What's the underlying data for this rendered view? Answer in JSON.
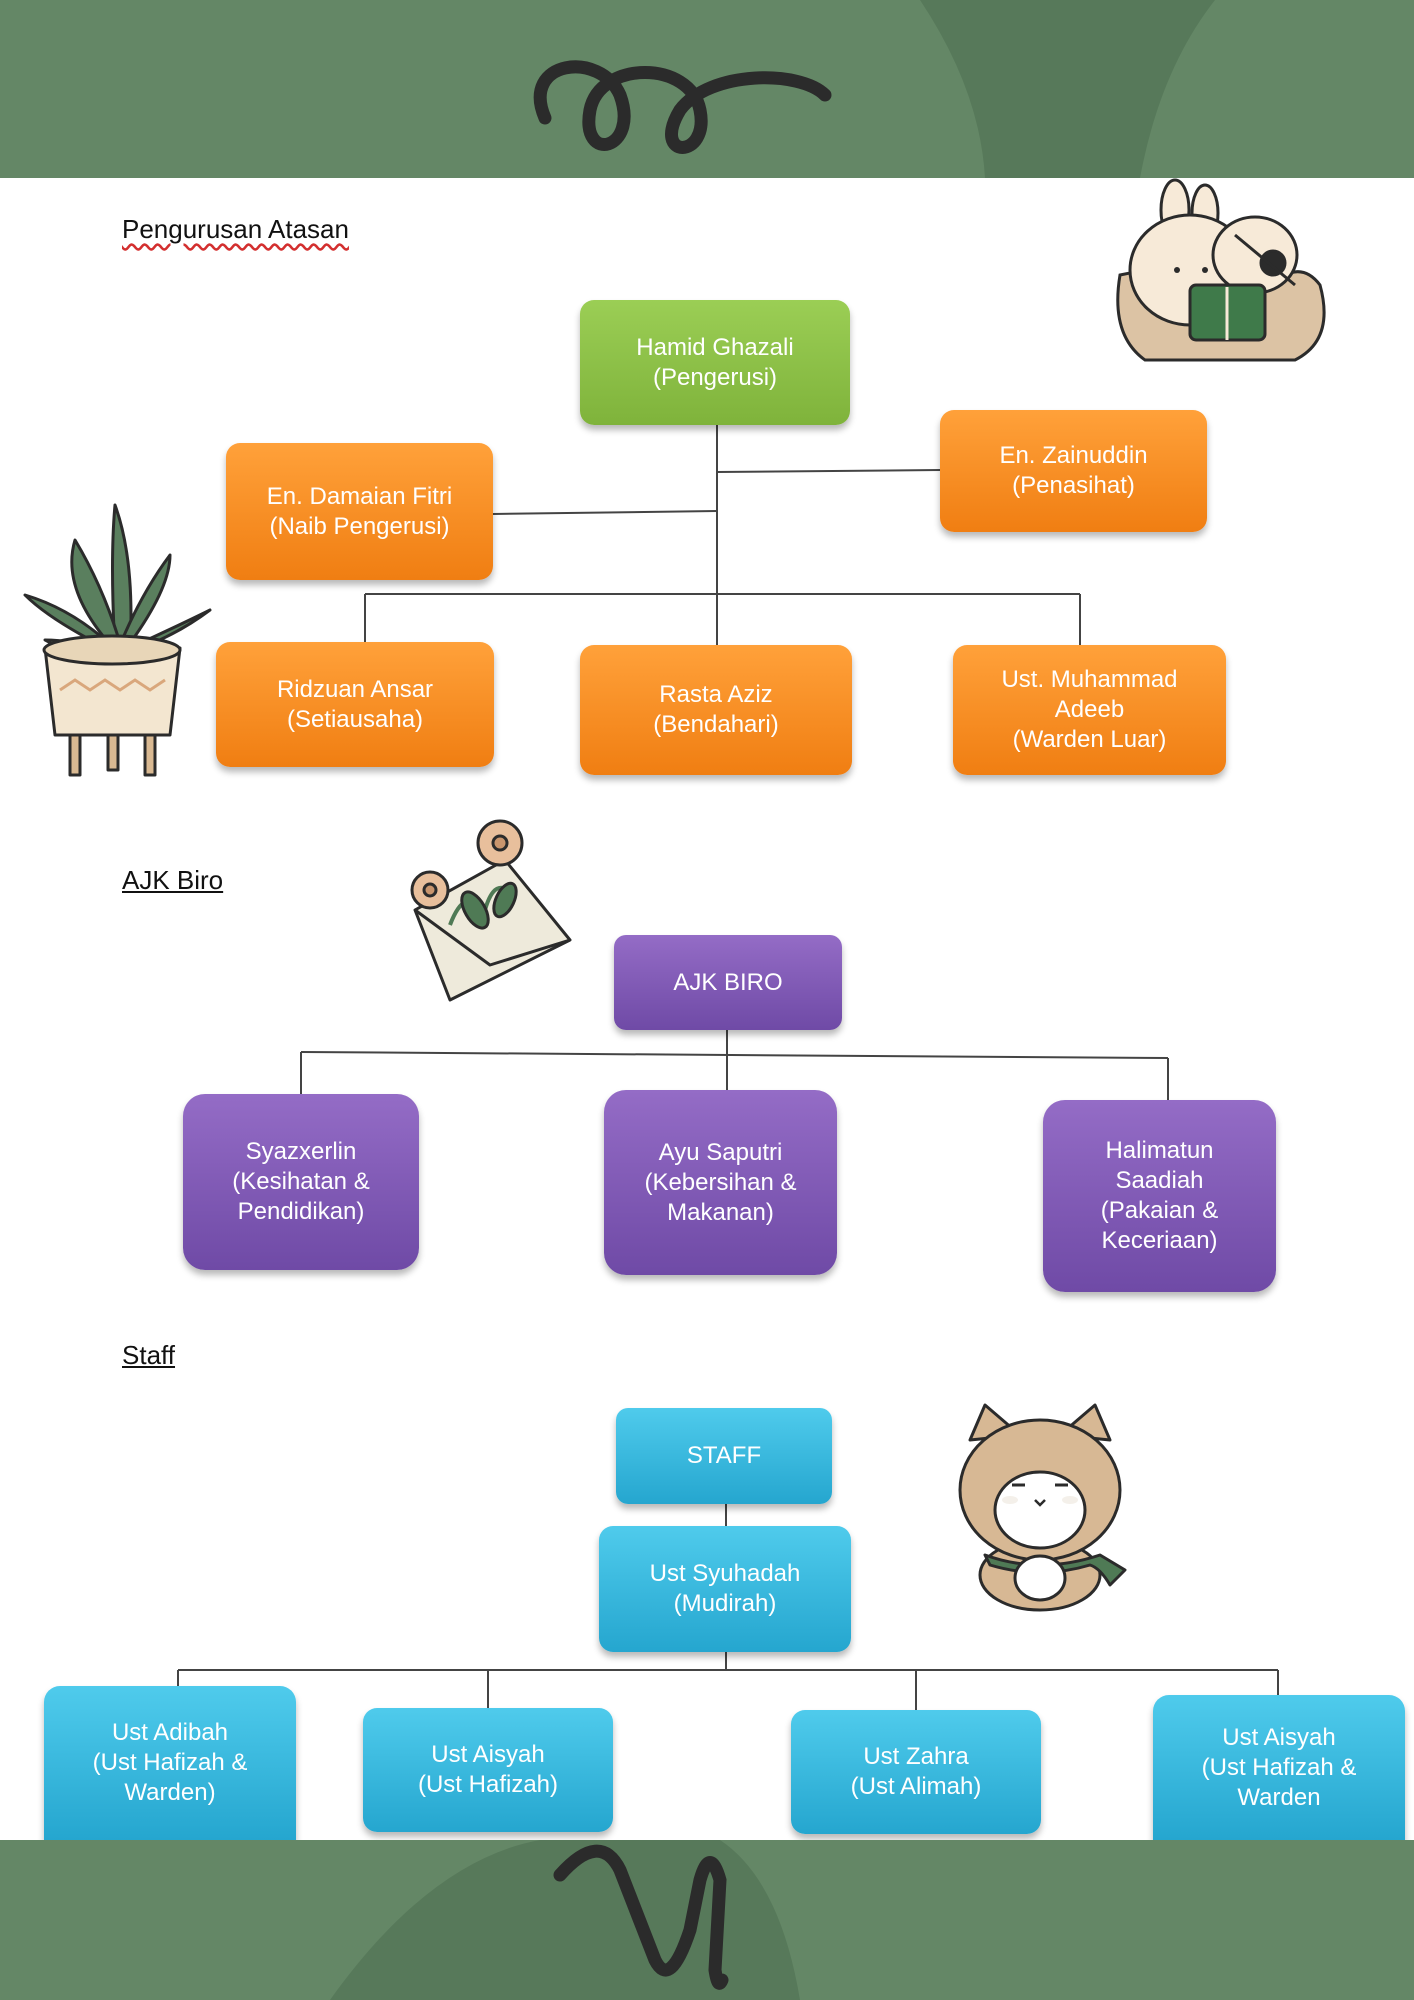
{
  "theme": {
    "band_color": "#648766",
    "band_dark": "#57795a",
    "green": "#8cc043",
    "orange": "#f7891d",
    "purple": "#7f5ab5",
    "blue": "#34b8dd"
  },
  "sections": {
    "pengurusan": {
      "title": "Pengurusan Atasan",
      "chairman": {
        "name": "Hamid Ghazali",
        "role": "(Pengerusi)"
      },
      "vice": {
        "name": "En. Damaian Fitri",
        "role": "(Naib Pengerusi)"
      },
      "advisor": {
        "name": "En. Zainuddin",
        "role": "(Penasihat)"
      },
      "secretary": {
        "name": "Ridzuan Ansar",
        "role": "(Setiausaha)"
      },
      "treasurer": {
        "name": "Rasta Aziz",
        "role": "(Bendahari)"
      },
      "warden": {
        "name1": "Ust. Muhammad",
        "name2": "Adeeb",
        "role": "(Warden Luar)"
      }
    },
    "ajk": {
      "title": "AJK Biro",
      "head": "AJK BIRO",
      "m1": {
        "name": "Syazxerlin",
        "role1": "(Kesihatan &",
        "role2": "Pendidikan)"
      },
      "m2": {
        "name": "Ayu Saputri",
        "role1": "(Kebersihan &",
        "role2": "Makanan)"
      },
      "m3": {
        "name1": "Halimatun",
        "name2": "Saadiah",
        "role1": "(Pakaian &",
        "role2": "Keceriaan)"
      }
    },
    "staff": {
      "title": "Staff",
      "head": "STAFF",
      "mudirah": {
        "name": "Ust Syuhadah",
        "role": "(Mudirah)"
      },
      "s1": {
        "name": "Ust Adibah",
        "role1": "(Ust Hafizah &",
        "role2": "Warden)"
      },
      "s2": {
        "name": "Ust Aisyah",
        "role": "(Ust Hafizah)"
      },
      "s3": {
        "name": "Ust Zahra",
        "role": "(Ust  Alimah)"
      },
      "s4": {
        "name": "Ust Aisyah",
        "role1": "(Ust Hafizah &",
        "role2": "Warden"
      }
    }
  },
  "icons": [
    "squiggle-icon",
    "bunny-reading-icon",
    "potted-plant-icon",
    "flower-envelope-icon",
    "cat-icon"
  ]
}
